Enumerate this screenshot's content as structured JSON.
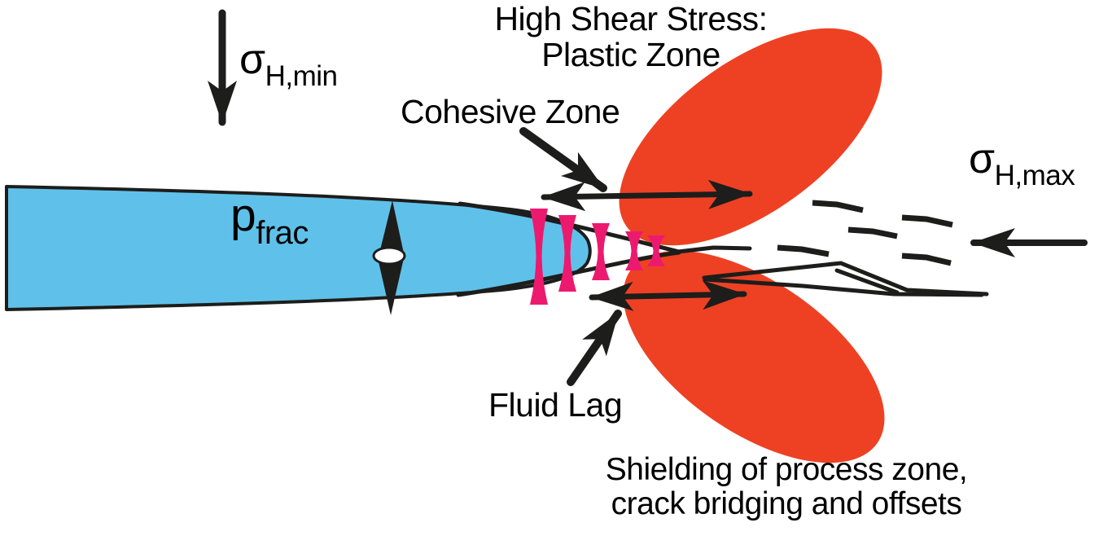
{
  "diagram": {
    "labels": {
      "high_shear_line1": "High Shear Stress:",
      "high_shear_line2": "Plastic Zone",
      "cohesive_zone": "Cohesive Zone",
      "fluid_lag": "Fluid Lag",
      "shielding_line1": "Shielding of process zone,",
      "shielding_line2": "crack bridging and offsets",
      "frac_pressure_symbol": "p",
      "frac_pressure_subscript": "frac",
      "sigma_min_symbol": "σ",
      "sigma_min_subscript": "H,min",
      "sigma_max_symbol": "σ",
      "sigma_max_subscript": "H,max"
    },
    "colors": {
      "fluid_blue": "#5fc1ea",
      "plastic_red": "#ee4123",
      "cohesive_pink": "#ec1a6e",
      "ink_black": "#1d1d1b",
      "label_text": "#000000",
      "background_white": "#ffffff"
    }
  }
}
